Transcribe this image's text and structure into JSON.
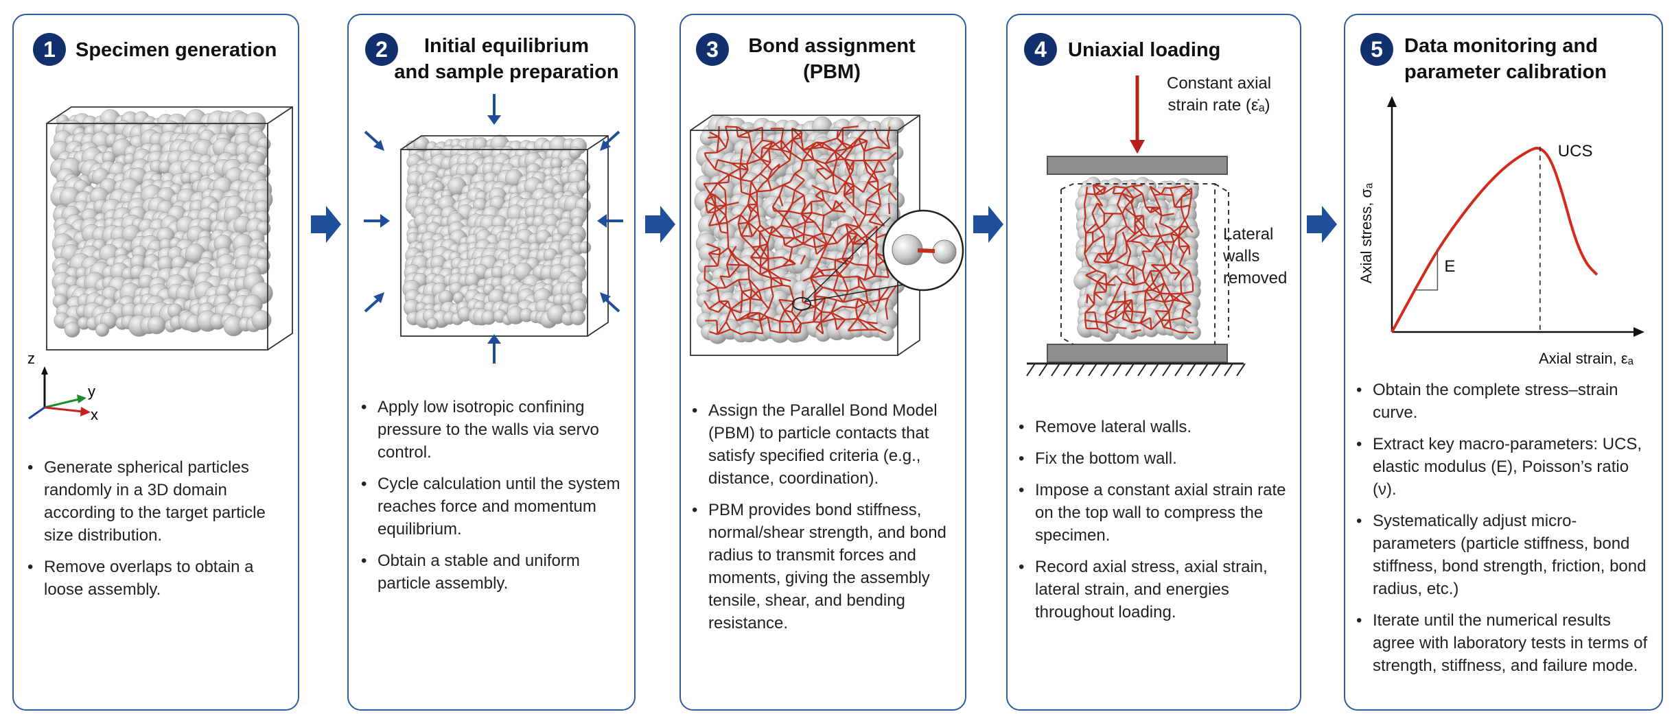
{
  "colors": {
    "panel_border": "#2d5aa0",
    "badge": "#12306e",
    "flow_arrow": "#1f4f99",
    "bond": "#c03020",
    "curve": "#d42a1c",
    "particle": "#c9c9c9"
  },
  "flow_icon": "right-block-arrow-icon",
  "panels": [
    {
      "num": "1",
      "title": [
        "Specimen generation"
      ],
      "axes": {
        "z": "z",
        "y": "y",
        "x": "x"
      },
      "bullets": [
        "Generate spherical particles randomly in a 3D domain according to the target particle size distribution.",
        "Remove overlaps to obtain a loose assembly."
      ]
    },
    {
      "num": "2",
      "title": [
        "Initial equilibrium",
        "and sample preparation"
      ],
      "bullets": [
        "Apply low isotropic confining pressure to the walls via servo control.",
        "Cycle calculation until the system reaches force and momentum equilibrium.",
        "Obtain a stable and uniform particle assembly."
      ]
    },
    {
      "num": "3",
      "title": [
        "Bond assignment",
        "(PBM)"
      ],
      "bullets": [
        "Assign the Parallel Bond Model (PBM) to particle contacts that satisfy specified criteria (e.g., distance, coordination).",
        "PBM provides bond stiffness, normal/shear strength, and bond radius to transmit forces and moments, giving the assembly tensile, shear, and bending resistance."
      ]
    },
    {
      "num": "4",
      "title": [
        "Uniaxial loading"
      ],
      "load_label": [
        "Constant axial",
        "strain rate (ε̇ₐ)"
      ],
      "walls_label": [
        "Lateral",
        "walls",
        "removed"
      ],
      "bullets": [
        "Remove lateral walls.",
        "Fix the bottom wall.",
        "Impose a constant axial strain rate on the top wall to compress the specimen.",
        "Record axial stress, axial strain, lateral strain, and energies throughout loading."
      ]
    },
    {
      "num": "5",
      "title": [
        "Data monitoring and",
        "parameter calibration"
      ],
      "bullets": [
        "Obtain the complete stress–strain curve.",
        "Extract key macro-parameters: UCS, elastic modulus (E), Poisson’s ratio (ν).",
        "Systematically adjust micro-parameters (particle stiffness, bond stiffness, bond strength, friction, bond radius, etc.)",
        "Iterate until the numerical results agree with laboratory tests in terms of strength, stiffness, and failure mode."
      ]
    }
  ],
  "chart_data": {
    "type": "line",
    "title": "",
    "xlabel": "Axial strain, εₐ",
    "ylabel": "Axial stress, σₐ",
    "annotations": [
      "UCS",
      "E"
    ],
    "x": [
      0.0,
      0.1,
      0.2,
      0.3,
      0.4,
      0.5,
      0.6,
      0.65,
      0.7,
      0.75,
      0.8,
      0.85,
      0.9
    ],
    "series": [
      {
        "values": [
          0.0,
          0.22,
          0.43,
          0.6,
          0.75,
          0.87,
          0.95,
          0.97,
          0.9,
          0.72,
          0.5,
          0.36,
          0.3
        ]
      }
    ],
    "peak": {
      "x": 0.65,
      "y": 0.97
    },
    "xlim": [
      0,
      1.0
    ],
    "ylim": [
      0,
      1.12
    ],
    "grid": false
  }
}
